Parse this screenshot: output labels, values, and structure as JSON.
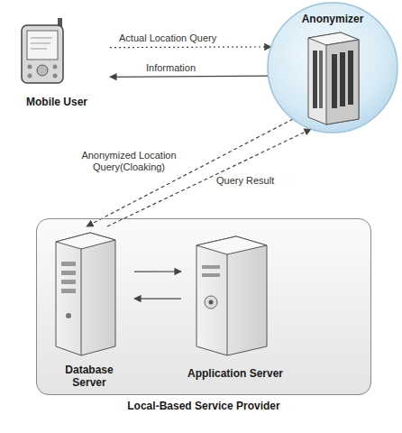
{
  "diagram": {
    "nodes": [
      {
        "text": [
          "Mobile User"
        ]
      },
      {
        "text": [
          "Anonymizer"
        ]
      },
      {
        "text": [
          "Local-Based Service Provider"
        ]
      },
      {
        "text": [
          "Database Server"
        ],
        "in": 2
      },
      {
        "text": [
          "Application Server"
        ],
        "in": 2
      }
    ],
    "edges": [
      {
        "from": 0,
        "to": 1,
        "label": "Actual Location Query",
        "arrow": "to"
      },
      {
        "from": 1,
        "to": 0,
        "label": "Information",
        "arrow": "to"
      },
      {
        "from": 1,
        "to": 3,
        "label": "Anonymized Location Query(Cloaking)",
        "arrow": "to"
      },
      {
        "from": 3,
        "to": 1,
        "label": "Query Result",
        "arrow": "to"
      },
      {
        "from": 3,
        "to": 4,
        "arrow": "to"
      },
      {
        "from": 4,
        "to": 3,
        "arrow": "to"
      }
    ]
  }
}
